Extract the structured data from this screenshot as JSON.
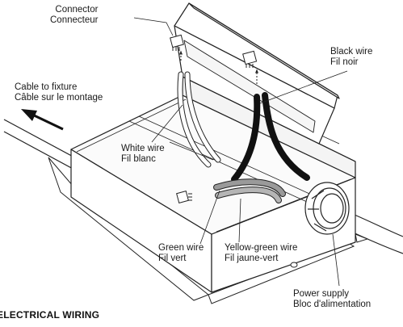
{
  "labels": {
    "connector": [
      "Connector",
      "Connecteur"
    ],
    "black_wire": [
      "Black wire",
      "Fil noir"
    ],
    "cable_to_fixture": [
      "Cable to fixture",
      "Câble sur le montage"
    ],
    "white_wire": [
      "White wire",
      "Fil blanc"
    ],
    "green_wire": [
      "Green wire",
      "Fil vert"
    ],
    "yellow_green_wire": [
      "Yellow-green wire",
      "Fil jaune-vert"
    ],
    "power_supply": [
      "Power supply",
      "Bloc d'alimentation"
    ]
  },
  "heading": "ELECTRICAL WIRING"
}
